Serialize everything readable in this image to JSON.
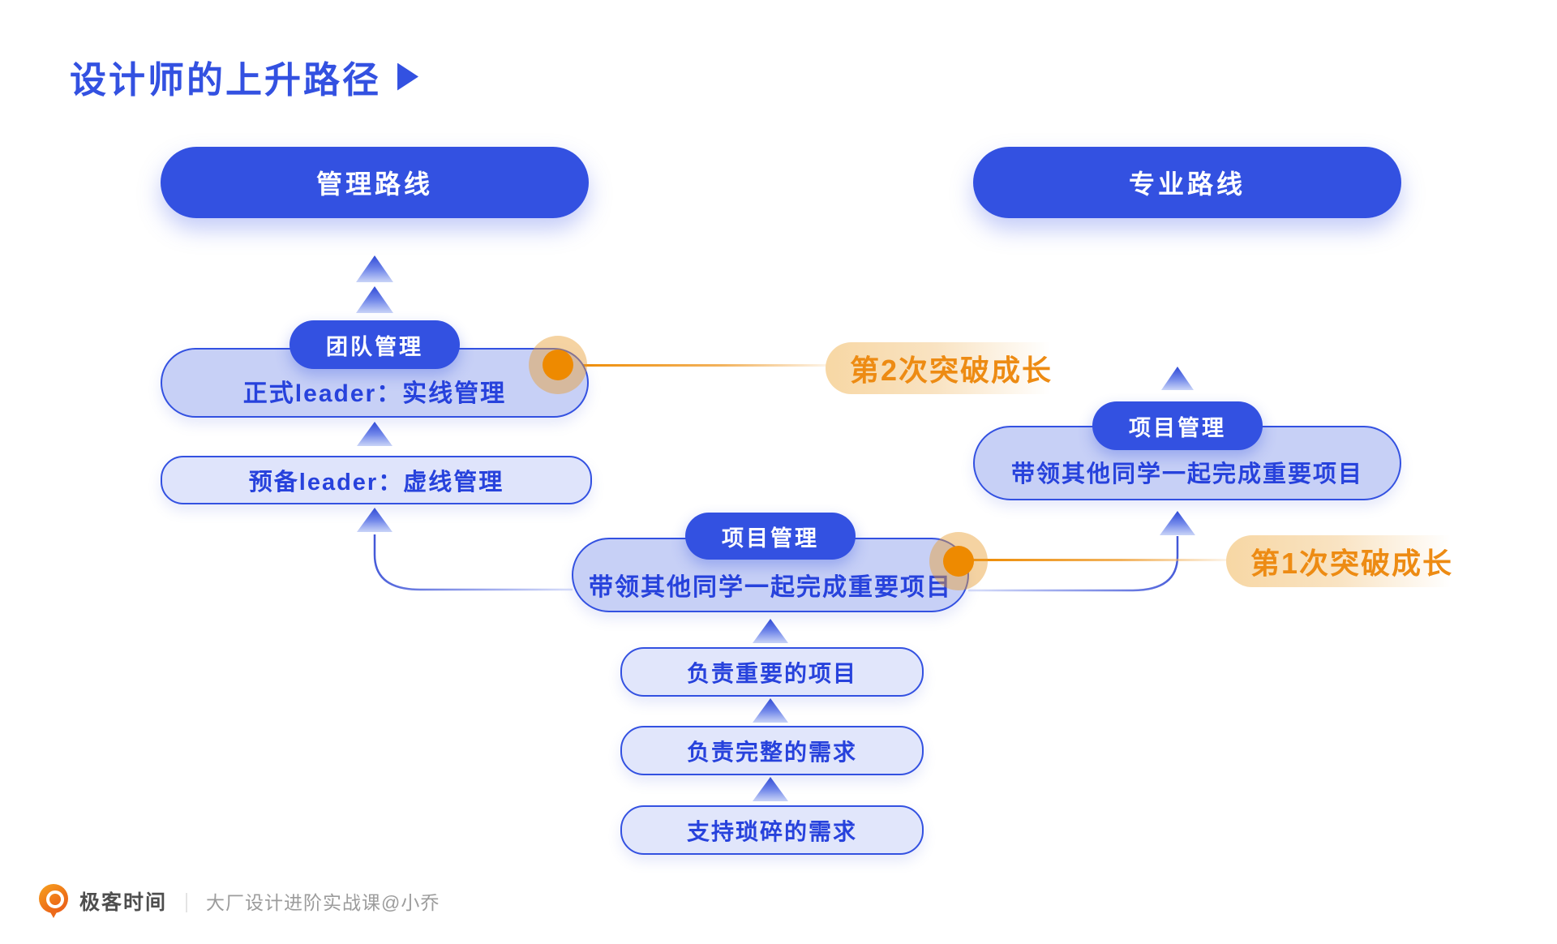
{
  "title": {
    "text": "设计师的上升路径"
  },
  "headers": {
    "management": "管理路线",
    "professional": "专业路线"
  },
  "management": {
    "badge": "团队管理",
    "formal": "正式leader：实线管理",
    "reserve": "预备leader：虚线管理"
  },
  "center": {
    "badge": "项目管理",
    "lead": "带领其他同学一起完成重要项目",
    "steps": [
      "负责重要的项目",
      "负责完整的需求",
      "支持琐碎的需求"
    ]
  },
  "professional": {
    "badge": "项目管理",
    "lead": "带领其他同学一起完成重要项目"
  },
  "callouts": {
    "second": "第2次突破成长",
    "first": "第1次突破成长"
  },
  "footer": {
    "brand": "极客时间",
    "divider": "｜",
    "course": "大厂设计进阶实战课@小乔"
  },
  "colors": {
    "primary_blue": "#3351E1",
    "box_fill_mid": "#C7D0F6",
    "box_fill_light": "#DFE4FB",
    "accent_orange": "#EE8A00",
    "orange_text": "#ED8B13"
  }
}
